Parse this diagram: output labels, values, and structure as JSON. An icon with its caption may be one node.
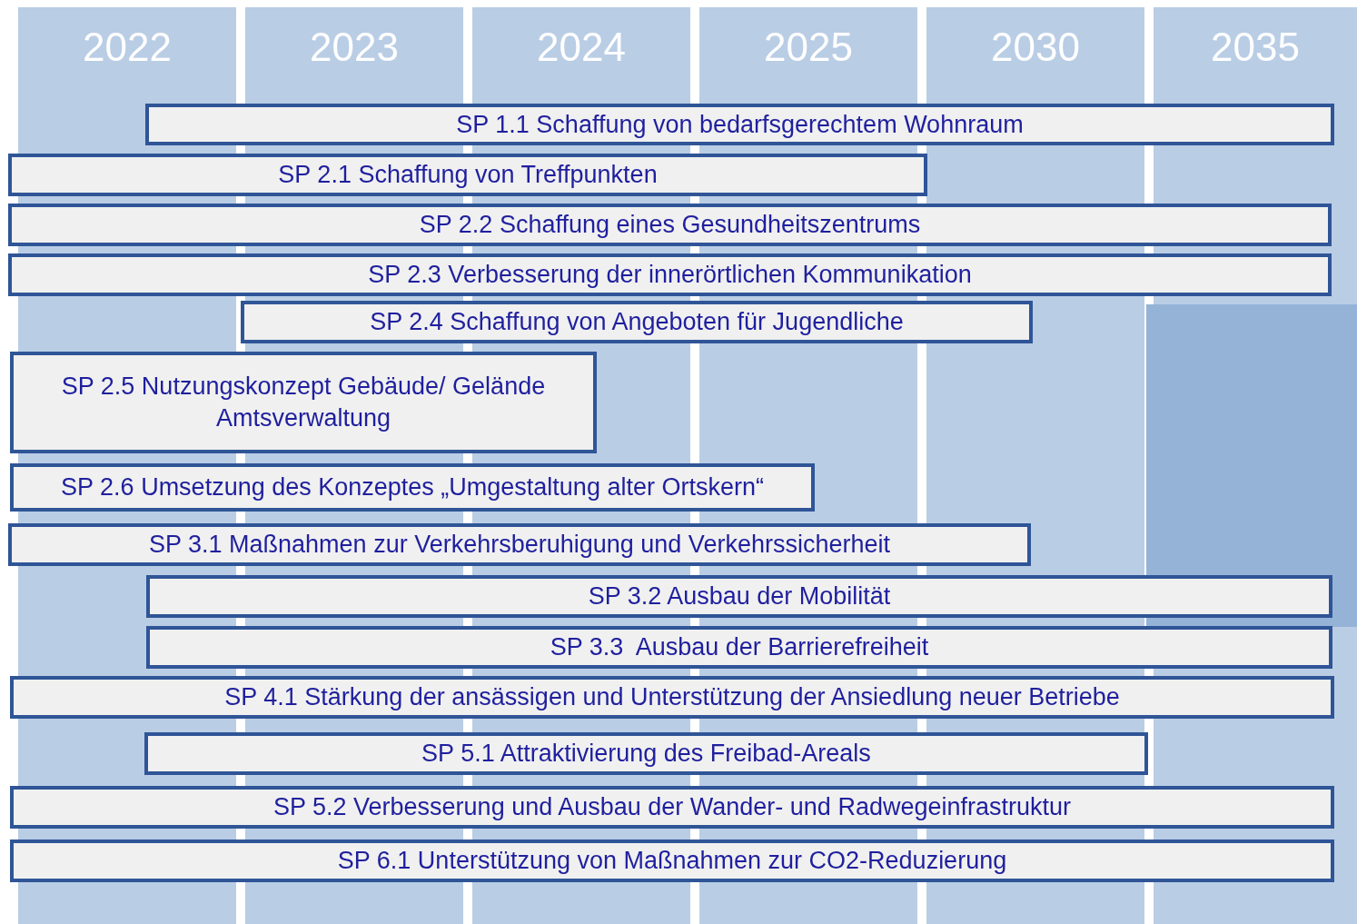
{
  "diagram": {
    "nodes": [
      {
        "text": [
          "2022"
        ]
      },
      {
        "text": [
          "2023"
        ]
      },
      {
        "text": [
          "2024"
        ]
      },
      {
        "text": [
          "2025"
        ]
      },
      {
        "text": [
          "2030"
        ]
      },
      {
        "text": [
          "2035"
        ]
      },
      {
        "text": [
          "SP 1.1 Schaffung von bedarfsgerechtem Wohnraum"
        ]
      },
      {
        "text": [
          "SP 2.1 Schaffung von Treffpunkten"
        ]
      },
      {
        "text": [
          "SP 2.2 Schaffung eines Gesundheitszentrums"
        ]
      },
      {
        "text": [
          "SP 2.3 Verbesserung der innerörtlichen Kommunikation"
        ]
      },
      {
        "text": [
          "SP 2.4 Schaffung von Angeboten für Jugendliche"
        ]
      },
      {
        "text": [
          "SP 2.5 Nutzungskonzept Gebäude/ Gelände Amtsverwaltung"
        ]
      },
      {
        "text": [
          "SP 2.6 Umsetzung des Konzeptes „Umgestaltung alter Ortskern“"
        ]
      },
      {
        "text": [
          "SP 3.1 Maßnahmen zur Verkehrsberuhigung und Verkehrssicherheit"
        ]
      },
      {
        "text": [
          "SP 3.2 Ausbau der Mobilität"
        ]
      },
      {
        "text": [
          "SP 3.3  Ausbau der Barrierefreiheit"
        ]
      },
      {
        "text": [
          "SP 4.1 Stärkung der ansässigen und Unterstützung der Ansiedlung neuer Betriebe"
        ]
      },
      {
        "text": [
          "SP 5.1 Attraktivierung des Freibad-Areals"
        ]
      },
      {
        "text": [
          "SP 5.2 Verbesserung und Ausbau der Wander- und Radwegeinfrastruktur"
        ]
      },
      {
        "text": [
          "SP 6.1 Unterstützung von Maßnahmen zur CO2-Reduzierung"
        ]
      },
      {
        "text": [],
        "shape": "box"
      }
    ]
  }
}
